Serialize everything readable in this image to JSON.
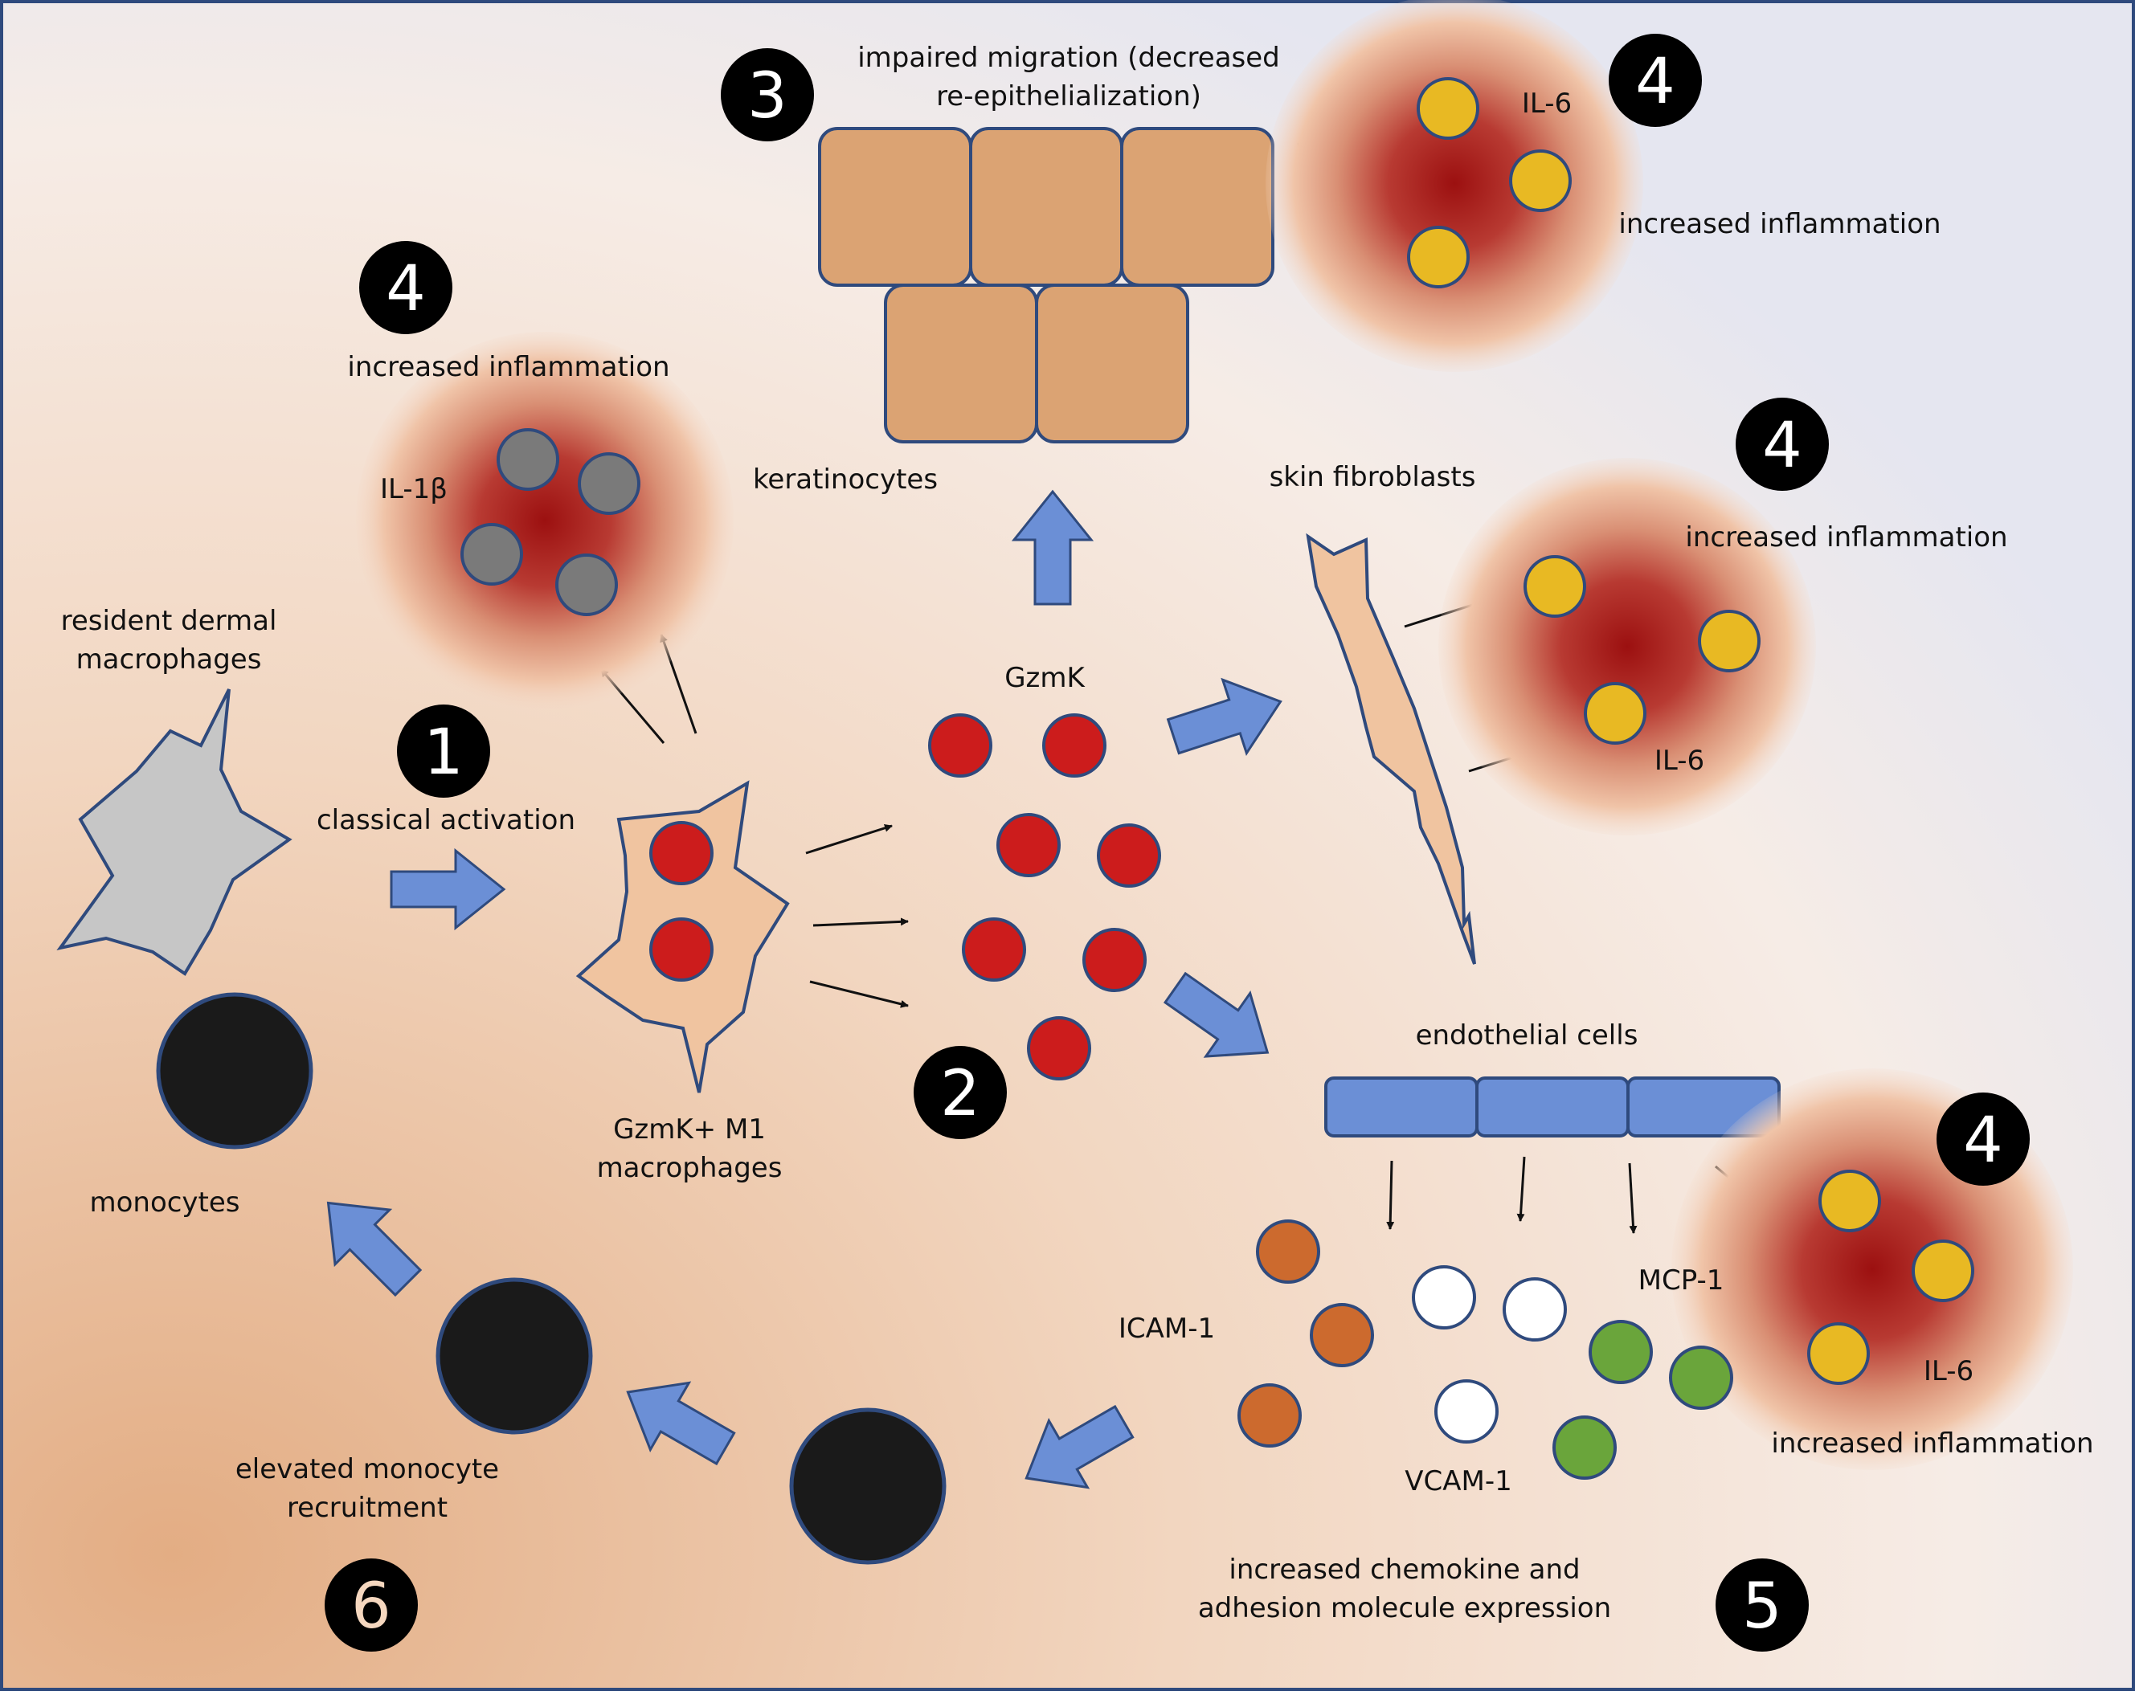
{
  "labels": {
    "impaired_migration_line1": "impaired migration (decreased",
    "impaired_migration_line2": "re-epithelialization)",
    "keratinocytes": "keratinocytes",
    "skin_fibroblasts": "skin fibroblasts",
    "resident_macrophages_line1": "resident dermal",
    "resident_macrophages_line2": "macrophages",
    "classical_activation": "classical activation",
    "gzmk_m1_line1": "GzmK+ M1",
    "gzmk_m1_line2": "macrophages",
    "gzmk": "GzmK",
    "endothelial_cells": "endothelial cells",
    "monocytes": "monocytes",
    "elevated_recruitment_line1": "elevated monocyte",
    "elevated_recruitment_line2": "recruitment",
    "icam1": "ICAM-1",
    "vcam1": "VCAM-1",
    "mcp1": "MCP-1",
    "chemokine_line1": "increased chemokine and",
    "chemokine_line2": "adhesion molecule expression"
  },
  "inflammation_sites": {
    "macrophage_site": {
      "heading": "increased inflammation",
      "cytokine": "IL-1β"
    },
    "keratinocyte_site": {
      "heading": "increased inflammation",
      "cytokine": "IL-6"
    },
    "fibroblast_site": {
      "heading": "increased inflammation",
      "cytokine": "IL-6"
    },
    "endothelial_site": {
      "heading": "increased inflammation",
      "cytokine": "IL-6"
    }
  },
  "step_numbers": {
    "n1": "1",
    "n2": "2",
    "n3": "3",
    "n4_macrophage": "4",
    "n4_keratinocyte": "4",
    "n4_fibroblast": "4",
    "n4_endothelial": "4",
    "n5": "5",
    "n6": "6"
  },
  "colors": {
    "outline": "#2f4a7d",
    "arrow_blue": "#6b8fd6",
    "gzmk_red": "#cc1c1c",
    "il1b_gray": "#7a7a7a",
    "il6_yellow": "#e8b923",
    "icam_orange": "#cc6a2e",
    "mcp_green": "#6aa53b",
    "keratinocyte_tan": "#dba373",
    "cell_skin": "#f0c4a0",
    "resident_gray": "#c6c6c6",
    "endothelial_blue": "#6b8fd6"
  }
}
